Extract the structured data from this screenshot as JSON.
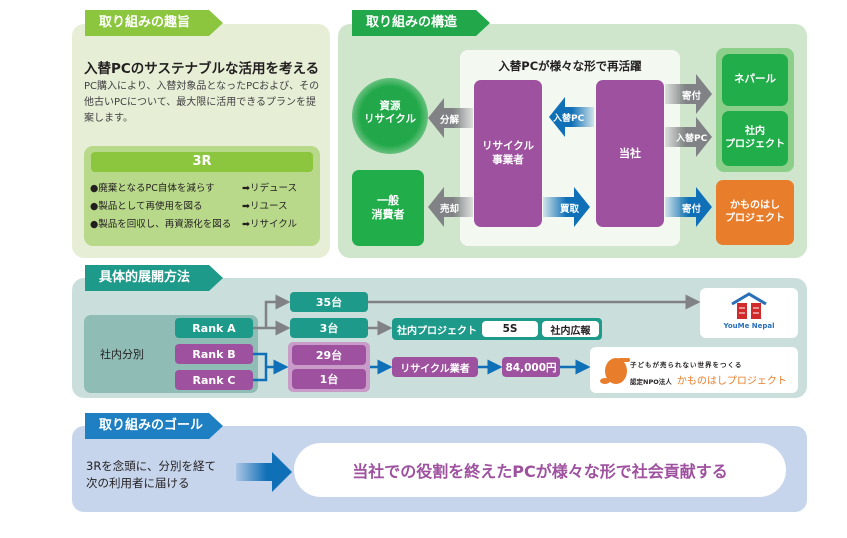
{
  "colors": {
    "green_light_tag": "#8cc63f",
    "green_tag": "#22a84a",
    "teal_tag": "#1e9a8a",
    "blue_tag": "#1e7fc2",
    "purple": "#9e519f",
    "orange": "#e87d2b",
    "green_box": "#22ad4b",
    "gray_arrow": "#808285",
    "blue_arrow": "#0f6fb7"
  },
  "purpose": {
    "tag": "取り組みの趣旨",
    "headline": "入替PCのサステナブルな活用を考える",
    "description": "PC購入により、入替対象品となったPCおよび、その他古いPCについて、最大限に活用できるプランを提案します。",
    "threeR": {
      "title": "3R",
      "items": [
        {
          "text": "●廃棄となるPC自体を減らす",
          "result": "➡リデュース"
        },
        {
          "text": "●製品として再使用を図る",
          "result": "➡リユース"
        },
        {
          "text": "●製品を回収し、再資源化を図る",
          "result": "➡リサイクル"
        }
      ]
    }
  },
  "structure": {
    "tag": "取り組みの構造",
    "center_title": "入替PCが様々な形で再活躍",
    "resource_recycle": "資源\nリサイクル",
    "general_consumer": "一般\n消費者",
    "recycler": "リサイクル\n事業者",
    "company": "当社",
    "nepal": "ネパール",
    "internal_project": "社内\nプロジェクト",
    "kamonohashi": "かものはし\nプロジェクト",
    "arrows": {
      "disassemble": "分解",
      "sell": "売却",
      "replace_pc": "入替PC",
      "purchase": "買取",
      "donate1": "寄付",
      "replace_pc2": "入替PC",
      "donate2": "寄付"
    }
  },
  "deployment": {
    "tag": "具体的展開方法",
    "classification": "社内分別",
    "ranks": [
      "Rank A",
      "Rank B",
      "Rank C"
    ],
    "counts": [
      "35台",
      "3台",
      "29台",
      "1台"
    ],
    "internal_project": "社内プロジェクト",
    "five_s": "5S",
    "internal_pr": "社内広報",
    "recycler": "リサイクル業者",
    "amount": "84,000円",
    "youme_logo": "YouMe Nepal",
    "kamo_logo_top": "子どもが売られない世界をつくる",
    "kamo_logo_prefix": "認定NPO法人",
    "kamo_logo_name": "かものはしプロジェクト"
  },
  "goal": {
    "tag": "取り組みのゴール",
    "left_text_1": "3Rを念頭に、分別を経て",
    "left_text_2": "次の利用者に届ける",
    "statement": "当社での役割を終えたPCが様々な形で社会貢献する"
  }
}
